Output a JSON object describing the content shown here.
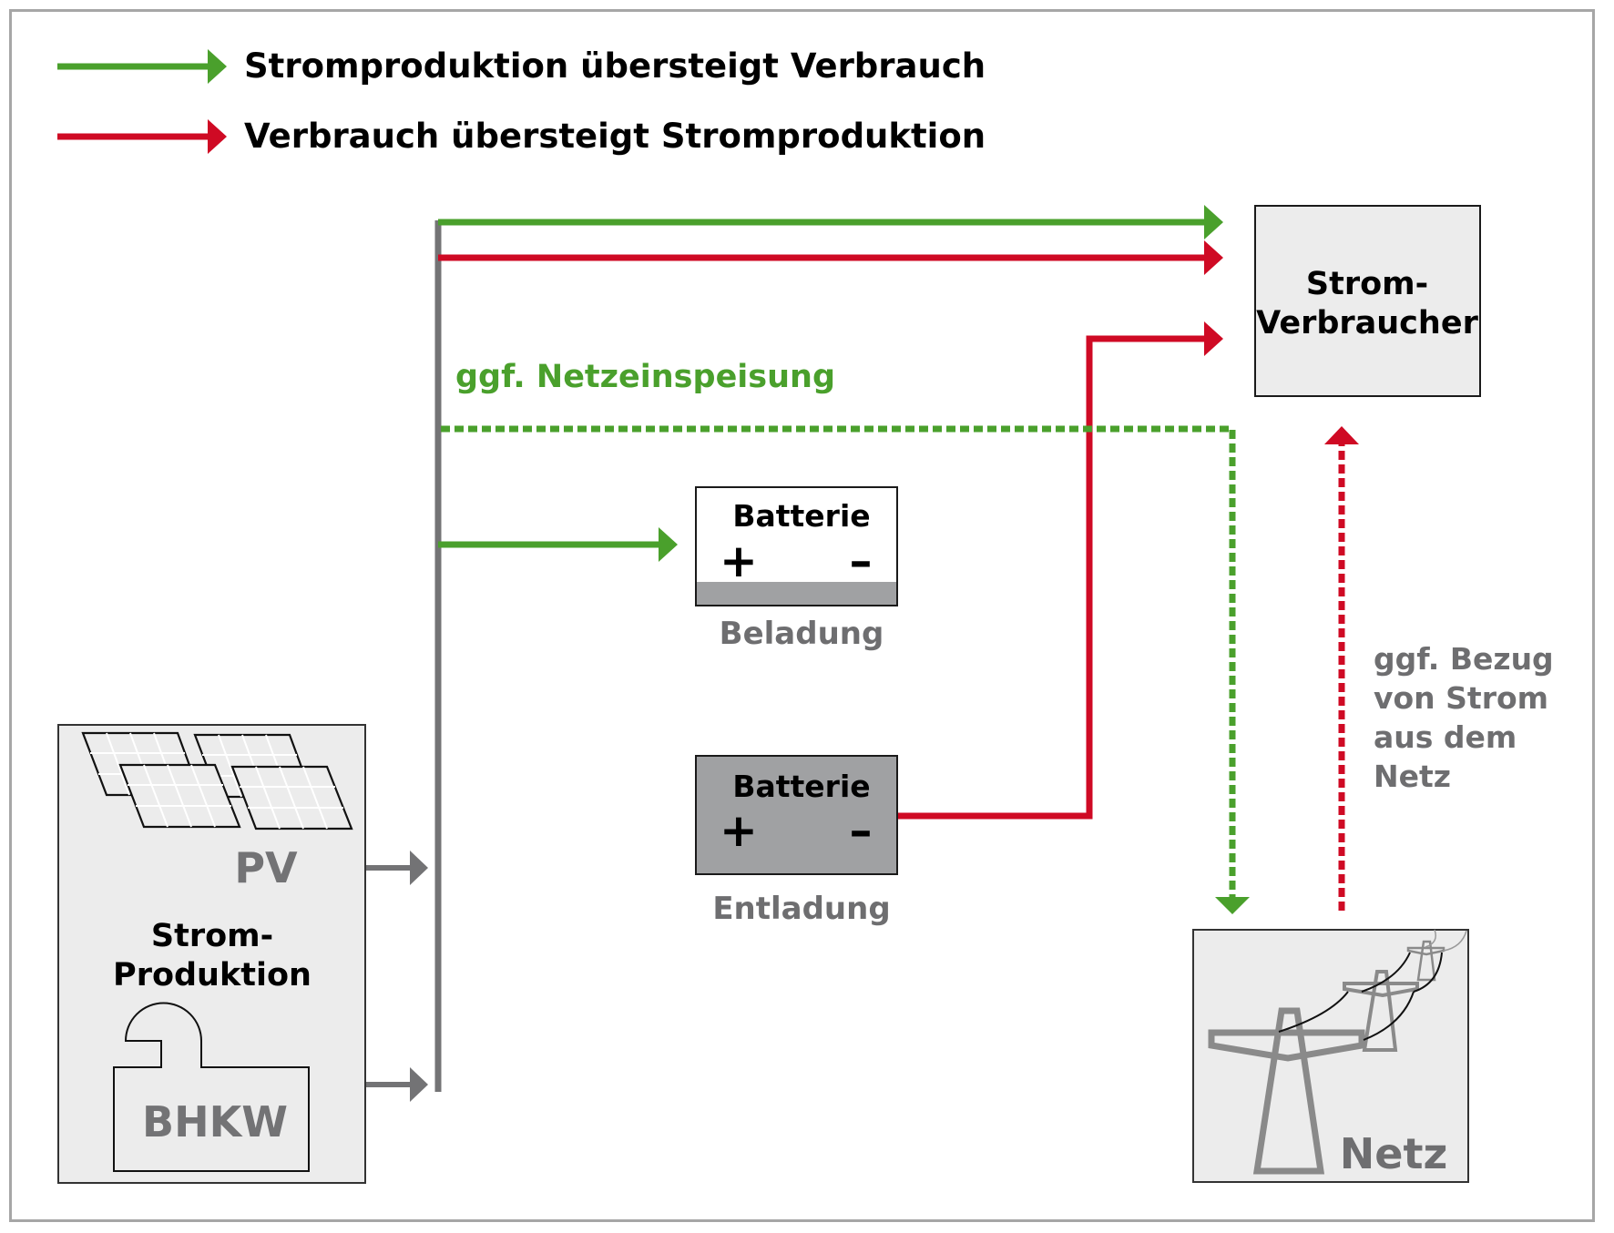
{
  "colors": {
    "green": "#4aa02c",
    "red": "#cf0a24",
    "gray_line": "#737375",
    "box_fill": "#ececec",
    "battery_fill": "#a0a1a3",
    "text_dark": "#000000",
    "text_gray": "#6e6e70"
  },
  "legend": {
    "items": [
      {
        "label": "Stromproduktion übersteigt Verbrauch",
        "color": "green"
      },
      {
        "label": "Verbrauch übersteigt Stromproduktion",
        "color": "red"
      }
    ]
  },
  "production": {
    "title_line1": "Strom-",
    "title_line2": "Produktion",
    "pv_label": "PV",
    "bhkw_label": "BHKW"
  },
  "consumer": {
    "title_line1": "Strom-",
    "title_line2": "Verbraucher"
  },
  "battery_charge": {
    "title": "Batterie",
    "plus": "+",
    "minus": "–",
    "caption": "Beladung"
  },
  "battery_discharge": {
    "title": "Batterie",
    "plus": "+",
    "minus": "–",
    "caption": "Entladung"
  },
  "grid": {
    "label": "Netz"
  },
  "annotations": {
    "feed_in": "ggf. Netzeinspeisung",
    "draw_line1": "ggf. Bezug",
    "draw_line2": "von Strom",
    "draw_line3": "aus dem",
    "draw_line4": "Netz"
  },
  "flows": [
    {
      "from": "production",
      "to": "consumer",
      "condition": "green"
    },
    {
      "from": "production",
      "to": "consumer",
      "condition": "red"
    },
    {
      "from": "battery_discharge",
      "to": "consumer",
      "condition": "red"
    },
    {
      "from": "production",
      "to": "battery_charge",
      "condition": "green"
    },
    {
      "from": "production",
      "to": "grid",
      "condition": "green",
      "optional": true
    },
    {
      "from": "grid",
      "to": "consumer",
      "condition": "red",
      "optional": true
    }
  ]
}
